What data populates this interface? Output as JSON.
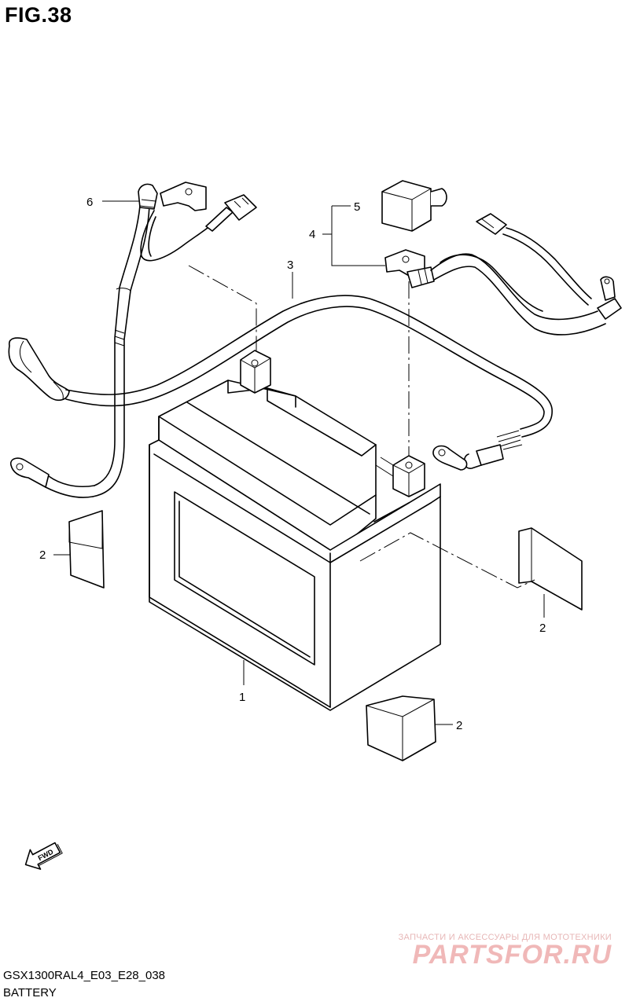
{
  "figure": {
    "title": "FIG.38",
    "model_code": "GSX1300RAL4_E03_E28_038",
    "section_name": "BATTERY"
  },
  "callouts": [
    {
      "id": "callout-1",
      "number": "1"
    },
    {
      "id": "callout-2a",
      "number": "2"
    },
    {
      "id": "callout-2b",
      "number": "2"
    },
    {
      "id": "callout-2c",
      "number": "2"
    },
    {
      "id": "callout-3",
      "number": "3"
    },
    {
      "id": "callout-4",
      "number": "4"
    },
    {
      "id": "callout-5",
      "number": "5"
    },
    {
      "id": "callout-6",
      "number": "6"
    }
  ],
  "direction_marker": {
    "text": "FWD",
    "icon": "fwd-arrow-icon"
  },
  "watermark": {
    "tagline": "ЗАПЧАСТИ И АКСЕССУАРЫ ДЛЯ МОТОТЕХНИКИ",
    "brand": "PARTSFOR.RU",
    "color": "#f0b8b8"
  }
}
